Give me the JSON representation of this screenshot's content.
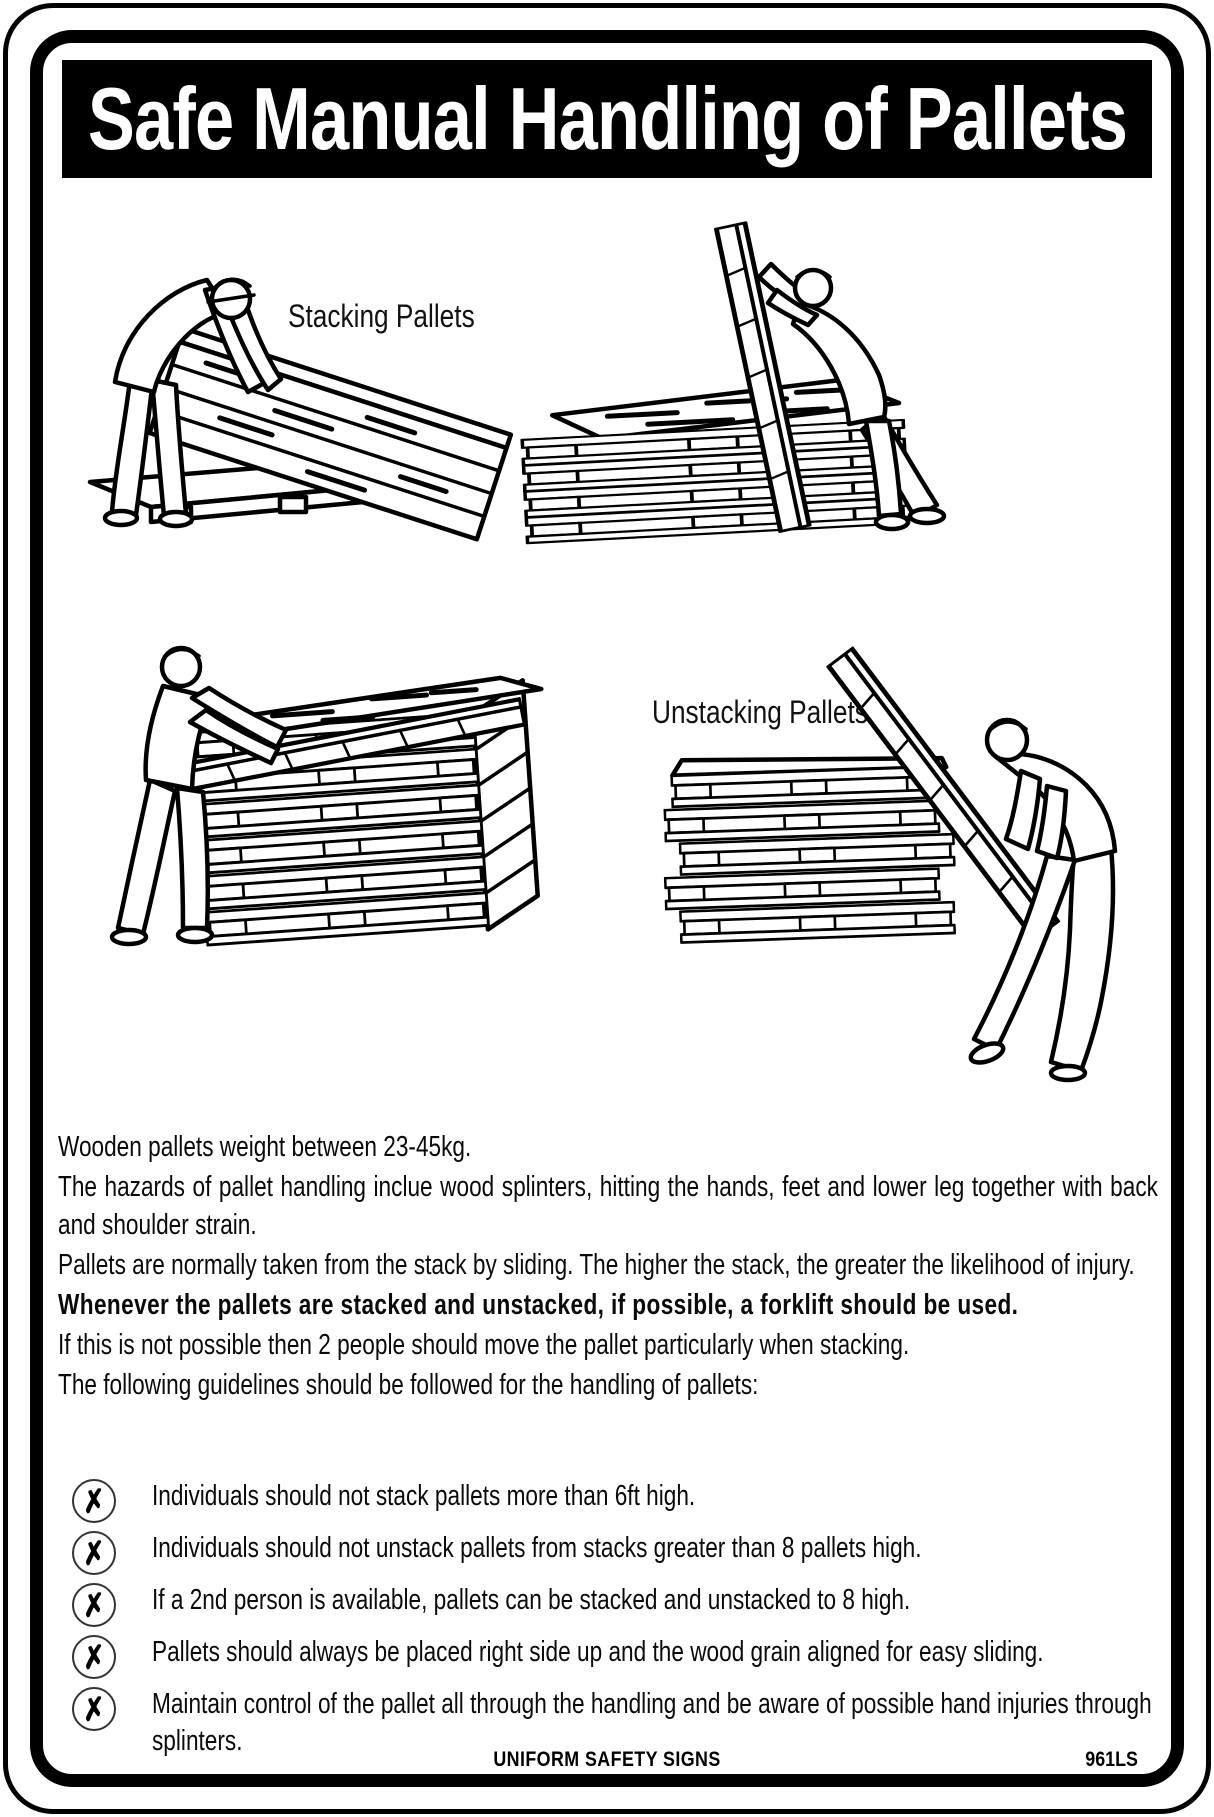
{
  "sign": {
    "title": "Safe Manual Handling of Pallets",
    "labels": {
      "stacking": "Stacking Pallets",
      "unstacking": "Unstacking Pallets"
    },
    "paragraphs": [
      {
        "text": "Wooden pallets weight between 23-45kg.",
        "bold": false
      },
      {
        "text": "The hazards of pallet handling inclue wood splinters, hitting the hands, feet and lower leg together with back and shoulder strain.",
        "bold": false
      },
      {
        "text": "Pallets are normally taken from the stack by sliding. The higher the stack, the greater the likelihood of injury.",
        "bold": false
      },
      {
        "text": "Whenever the pallets are stacked and unstacked, if possible, a forklift should be used.",
        "bold": true
      },
      {
        "text": "If this is not possible then 2 people should move the pallet particularly when stacking.",
        "bold": false
      },
      {
        "text": "The following guidelines should be followed for the handling of pallets:",
        "bold": false
      }
    ],
    "guidelines": [
      "Individuals should not stack pallets more than 6ft high.",
      "Individuals should not unstack pallets from stacks greater than 8 pallets high.",
      "If a 2nd person is available, pallets can be stacked and unstacked to 8 high.",
      "Pallets should always be placed right side up and the wood grain aligned for easy sliding.",
      "Maintain control of the pallet all through the handling and be aware of possible hand injuries through splinters."
    ],
    "bullet_glyph": "✗",
    "footer": {
      "brand": "UNIFORM SAFETY SIGNS",
      "code": "961LS"
    },
    "colors": {
      "ink": "#000000",
      "paper": "#ffffff"
    }
  }
}
